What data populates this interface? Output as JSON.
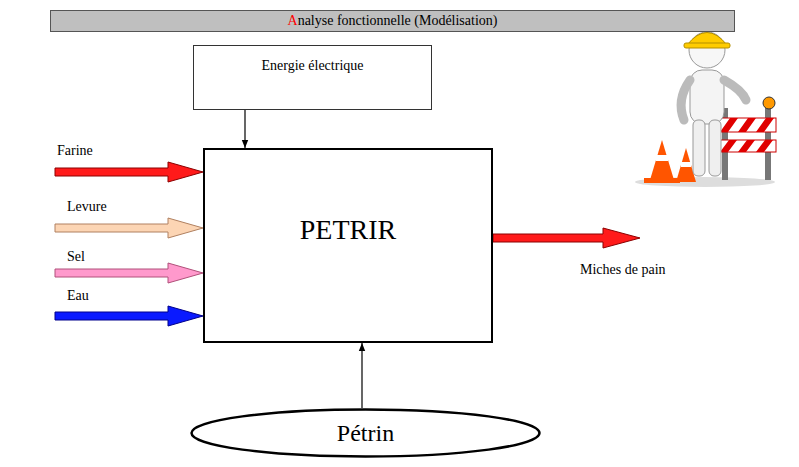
{
  "diagram": {
    "title": "Analyse fonctionnelle (Modélisation)",
    "nodes": [
      {
        "text": [
          "Energie électrique"
        ]
      },
      {
        "text": [
          "PETRIR"
        ]
      },
      {
        "text": [
          "Pétrin"
        ]
      }
    ],
    "edges": [
      {
        "from": 0,
        "to": 1,
        "arrow": "to"
      },
      {
        "from": 2,
        "to": 1,
        "arrow": "to"
      }
    ],
    "labels": [
      "Farine",
      "Levure",
      "Sel",
      "Eau",
      "Miches de pain"
    ]
  }
}
